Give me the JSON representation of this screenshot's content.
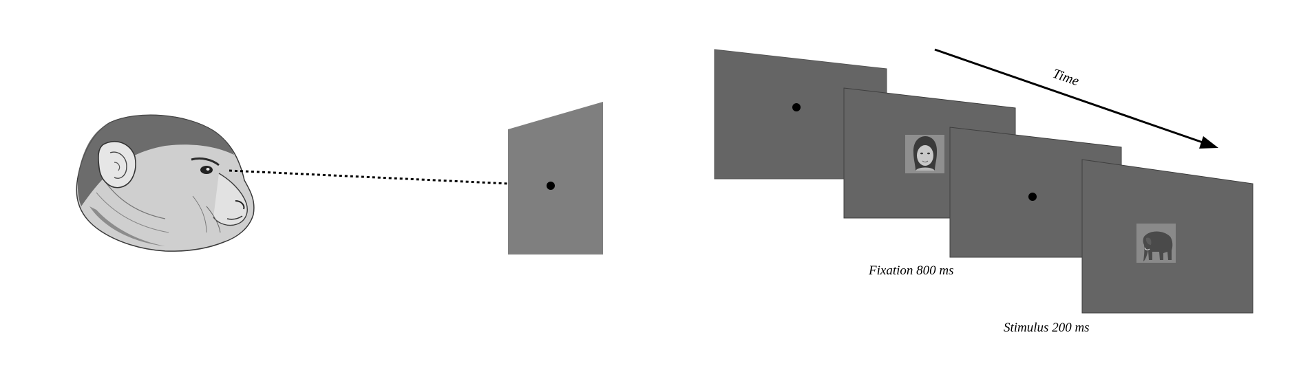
{
  "figure": {
    "time_label": "Time",
    "fixation_label": "Fixation 800  ms",
    "stimulus_label": "Stimulus 200 ms"
  },
  "colors": {
    "screen_dark": "#656565",
    "screen_light": "#7f7f7f",
    "stimulus_bg": "#8a8a8a",
    "fixation_dot": "#000000"
  },
  "icons": {
    "monkey": "monkey-head-drawing",
    "face": "human-face-photo",
    "elephant": "elephant-photo"
  }
}
